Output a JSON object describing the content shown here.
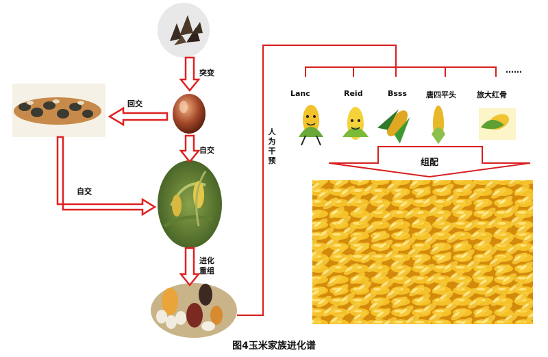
{
  "caption": "图4玉米家族进化谱",
  "labels": {
    "mutation": "突变",
    "backcross": "回交",
    "selfing_top": "自交",
    "selfing_left": "自交",
    "evolution_recombination": "进化重组",
    "human_intervention": "人为干预",
    "combination": "组配",
    "ellipsis": "……"
  },
  "varieties": [
    {
      "name": "Lanc"
    },
    {
      "name": "Reid"
    },
    {
      "name": "Bsss"
    },
    {
      "name": "唐四平头"
    },
    {
      "name": "旅大红骨"
    }
  ],
  "colors": {
    "arrow": "#e02020",
    "line": "#d81e1e",
    "corn_yellow": "#f2c22a",
    "husk_green": "#6aa83a"
  }
}
